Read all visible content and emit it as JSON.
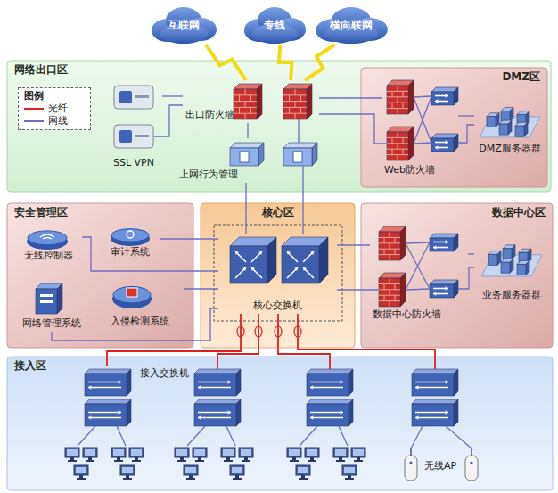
{
  "diagram": {
    "nodes": [
      {
        "text": [
          "互联网"
        ]
      },
      {
        "text": [
          "专线"
        ]
      },
      {
        "text": [
          "横向联网"
        ]
      },
      {
        "text": [
          "网络出口区"
        ]
      },
      {
        "text": [
          "SSL VPN"
        ],
        "in": 3
      },
      {
        "text": [
          "出口防火墙"
        ],
        "in": 3
      },
      {
        "text": [
          "上网行为管理"
        ],
        "in": 3
      },
      {
        "text": [
          "DMZ区"
        ],
        "in": 3
      },
      {
        "text": [
          "Web防火墙"
        ],
        "in": 7
      },
      {
        "text": [
          "DMZ服务器群"
        ],
        "in": 7
      },
      {
        "text": [
          "安全管理区"
        ]
      },
      {
        "text": [
          "无线控制器"
        ],
        "in": 10
      },
      {
        "text": [
          "审计系统"
        ],
        "in": 10
      },
      {
        "text": [
          "网络管理系统"
        ],
        "in": 10
      },
      {
        "text": [
          "入侵检测系统"
        ],
        "in": 10
      },
      {
        "text": [
          "核心区"
        ]
      },
      {
        "text": [
          "核心交换机"
        ],
        "in": 15
      },
      {
        "text": [
          "数据中心区"
        ]
      },
      {
        "text": [
          "数据中心防火墙"
        ],
        "in": 17
      },
      {
        "text": [
          "业务服务器群"
        ],
        "in": 17
      },
      {
        "text": [
          "接入区"
        ]
      },
      {
        "text": [
          "接入交换机"
        ],
        "in": 20
      },
      {
        "text": [
          "无线AP"
        ],
        "in": 20
      }
    ],
    "edges": [
      {
        "from": 0,
        "to": 5,
        "arrow": "none"
      },
      {
        "from": 1,
        "to": 5,
        "arrow": "none"
      },
      {
        "from": 2,
        "to": 5,
        "arrow": "none"
      },
      {
        "from": 4,
        "to": 5,
        "arrow": "none"
      },
      {
        "from": 5,
        "to": 8,
        "arrow": "none"
      },
      {
        "from": 8,
        "to": 9,
        "arrow": "none"
      },
      {
        "from": 5,
        "to": 6,
        "arrow": "none"
      },
      {
        "from": 6,
        "to": 16,
        "arrow": "none"
      },
      {
        "from": 11,
        "to": 16,
        "arrow": "none"
      },
      {
        "from": 12,
        "to": 16,
        "arrow": "none"
      },
      {
        "from": 13,
        "to": 16,
        "arrow": "none"
      },
      {
        "from": 14,
        "to": 16,
        "arrow": "none"
      },
      {
        "from": 16,
        "to": 18,
        "arrow": "none"
      },
      {
        "from": 18,
        "to": 19,
        "arrow": "none"
      },
      {
        "from": 16,
        "to": 21,
        "arrow": "none"
      }
    ],
    "labels": [
      "图例"
    ],
    "legend": [
      {
        "text": "光纤"
      },
      {
        "text": "网线"
      }
    ]
  }
}
